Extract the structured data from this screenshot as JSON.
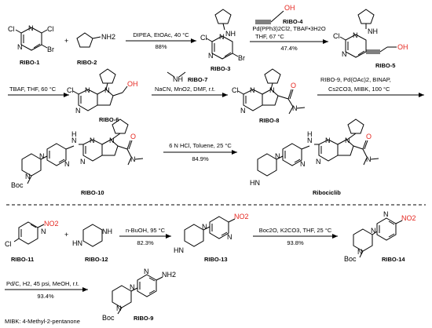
{
  "compounds": {
    "ribo1": {
      "label": "RIBO-1",
      "cl_a": "Cl",
      "n_a": "N",
      "n_b": "N",
      "cl_b": "Cl",
      "br": "Br"
    },
    "ribo2": {
      "label": "RIBO-2",
      "nh2": "NH2"
    },
    "ribo3": {
      "label": "RIBO-3",
      "cl": "Cl",
      "n_a": "N",
      "n_b": "N",
      "nh": "NH",
      "br": "Br"
    },
    "ribo4": {
      "label": "RIBO-4",
      "oh": "OH"
    },
    "ribo5": {
      "label": "RIBO-5",
      "cl": "Cl",
      "n_a": "N",
      "n_b": "N",
      "nh": "NH",
      "oh": "OH"
    },
    "ribo6": {
      "label": "RIBO-6",
      "cl": "Cl",
      "n_a": "N",
      "n_b": "N",
      "n_c": "N",
      "oh": "OH"
    },
    "ribo7": {
      "label": "RIBO-7",
      "nh": "NH"
    },
    "ribo8": {
      "label": "RIBO-8",
      "cl": "Cl",
      "n_a": "N",
      "n_b": "N",
      "n_c": "N",
      "n_amide": "N",
      "o": "O"
    },
    "ribo10": {
      "label": "RIBO-10",
      "boc": "Boc",
      "n_a": "N",
      "n_b": "N",
      "n_py": "N",
      "n_link": "N",
      "h": "H",
      "n_c": "N",
      "n_d": "N",
      "n_e": "N",
      "n_amide": "N",
      "o": "O"
    },
    "ribociclib": {
      "label": "Ribociclib",
      "hn": "HN",
      "n_b": "N",
      "n_py": "N",
      "n_link": "N",
      "h": "H",
      "n_c": "N",
      "n_d": "N",
      "n_e": "N",
      "n_amide": "N",
      "o": "O"
    },
    "ribo11": {
      "label": "RIBO-11",
      "cl": "Cl",
      "n": "N",
      "no2": "NO2"
    },
    "ribo12": {
      "label": "RIBO-12",
      "hn": "HN",
      "nh": "NH"
    },
    "ribo13": {
      "label": "RIBO-13",
      "hn": "HN",
      "n_a": "N",
      "n_py": "N",
      "no2": "NO2"
    },
    "ribo14": {
      "label": "RIBO-14",
      "boc": "Boc",
      "n_a": "N",
      "n_b": "N",
      "n_py": "N",
      "no2": "NO2"
    },
    "ribo9": {
      "label": "RIBO-9",
      "boc": "Boc",
      "n_a": "N",
      "n_b": "N",
      "n_py": "N",
      "nh2": "NH2"
    }
  },
  "plus_sign": "+",
  "steps": {
    "s1": {
      "above": "DIPEA, EtOAc, 40 °C",
      "below": "88%"
    },
    "s2": {
      "reagent": "RIBO-4",
      "above": "Pd(PPh3)2Cl2, TBAF•3H2O",
      "above2": "THF, 67 °C",
      "below": "47.4%"
    },
    "s3": {
      "above": "TBAF, THF, 60 °C"
    },
    "s4": {
      "reagent": "RIBO-7",
      "above": "NaCN, MnO2, DMF, r.t."
    },
    "s5": {
      "above": "RIBO-9, Pd(OAc)2, BINAP,",
      "above2": "Cs2CO3, MIBK, 100 °C"
    },
    "s6": {
      "above": "6 N HCl, Toluene, 25 °C",
      "below": "84.9%"
    },
    "s7": {
      "above": "n-BuOH, 95 °C",
      "below": "82.3%"
    },
    "s8": {
      "above": "Boc2O, K2CO3, THF, 25 °C",
      "below": "93.8%"
    },
    "s9": {
      "above": "Pd/C, H2, 45 psi, MeOH, r.t.",
      "below": "93.4%"
    }
  },
  "footnote": "MIBK: 4-Methyl-2-pentanone",
  "colors": {
    "oxygen": "#e5261f",
    "nitrogen": "#1d1dd6"
  }
}
